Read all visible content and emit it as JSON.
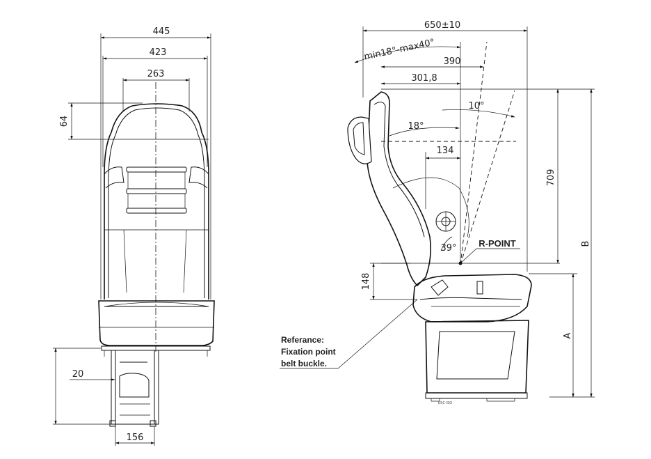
{
  "front_view": {
    "dim_overall_width": "445",
    "dim_shell_width": "423",
    "dim_back_width": "263",
    "dim_head_height": "64",
    "dim_offset": "20",
    "dim_base_width": "156"
  },
  "side_view": {
    "dim_depth": "650±10",
    "angle_range": "min18°-max40°",
    "dim_390": "390",
    "dim_301": "301,8",
    "angle_10": "10°",
    "angle_18": "18°",
    "dim_134": "134",
    "dim_709": "709",
    "angle_39": "39°",
    "r_point_label": "R-POINT",
    "dim_148": "148",
    "label_B": "B",
    "label_A": "A",
    "reference_line1": "Referance:",
    "reference_line2": "Fixation point",
    "reference_line3": "belt buckle.",
    "small_print": "ESC-ISO"
  }
}
